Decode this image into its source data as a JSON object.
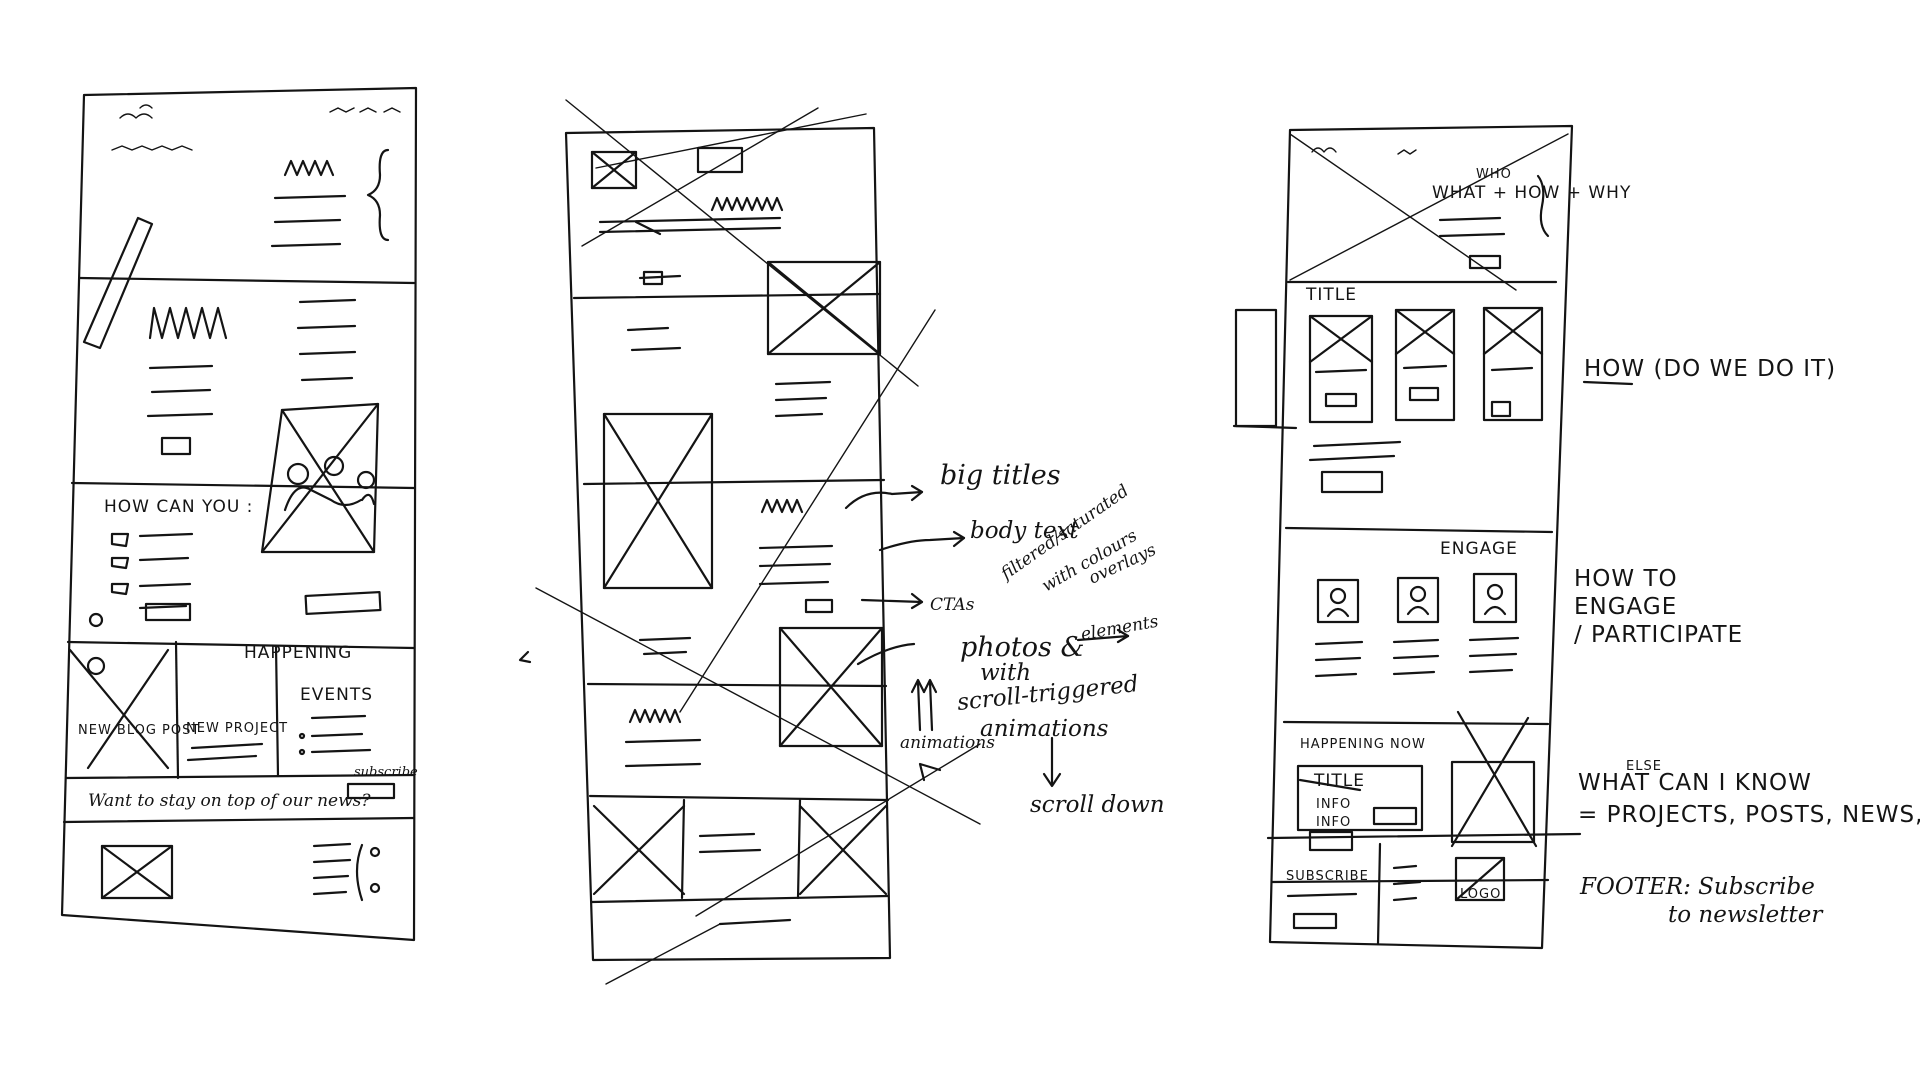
{
  "sketch1": {
    "how_can_you": "HOW CAN YOU :",
    "happening": "HAPPENING",
    "events": "EVENTS",
    "new_blog_post": "NEW BLOG POST",
    "new_project": "NEW PROJECT",
    "newsletter_prompt": "Want to stay on top of our news?",
    "subscribe": "subscribe"
  },
  "sketch2": {
    "annotations": {
      "big_titles": "big titles",
      "body_text": "body text",
      "filtered": "filtered/saturated",
      "with_colours": "with colours",
      "overlays": "overlays",
      "ctas": "CTAs",
      "photos": "photos &",
      "elements": "elements",
      "with": "with",
      "scroll_triggered": "scroll-triggered",
      "animations": "animations",
      "animations_left": "animations",
      "scroll_down": "scroll down"
    }
  },
  "sketch3": {
    "what_how_who_why": "WHAT + HOW + WHY",
    "who": "WHO",
    "title": "TITLE",
    "engage": "ENGAGE",
    "happening_now": "HAPPENING NOW",
    "card_title": "TITLE",
    "info1": "INFO",
    "info2": "INFO",
    "subscribe": "SUBSCRIBE",
    "logo": "LOGO",
    "notes": {
      "how": "HOW (DO WE DO IT)",
      "how_to_engage_1": "HOW TO",
      "how_to_engage_2": "ENGAGE",
      "how_to_engage_3": "/ PARTICIPATE",
      "what_else_1": "WHAT CAN I KNOW",
      "what_else_sup": "ELSE",
      "what_else_2": "= PROJECTS, POSTS, NEWS,",
      "footer_1": "FOOTER: Subscribe",
      "footer_2": "to newsletter"
    }
  }
}
